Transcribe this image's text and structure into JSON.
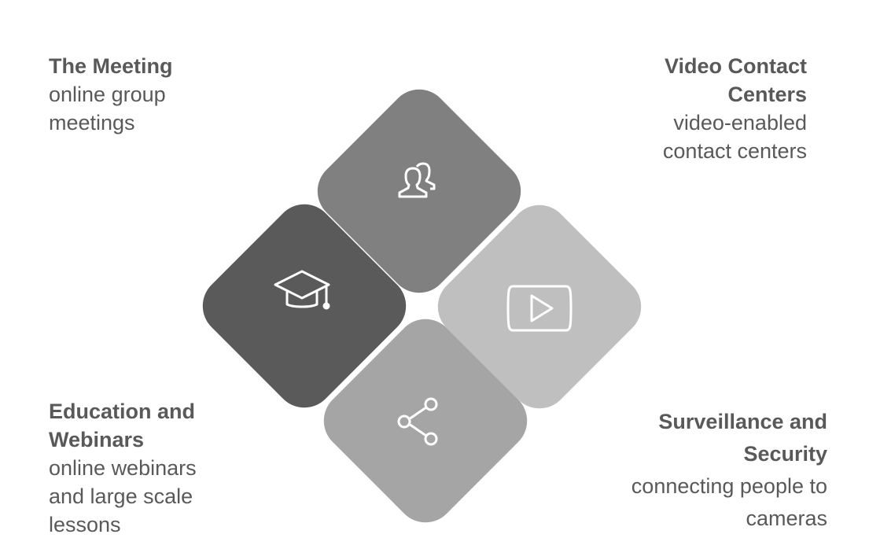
{
  "items": [
    {
      "title": "The Meeting",
      "description": "online group meetings",
      "icon": "users-icon",
      "color": "#808080"
    },
    {
      "title": "Video Contact Centers",
      "description": "video-enabled contact centers",
      "icon": "video-play-icon",
      "color": "#bfbfbf"
    },
    {
      "title": "Education and Webinars",
      "description": "online webinars and large scale lessons",
      "icon": "graduation-cap-icon",
      "color": "#5a5a5a"
    },
    {
      "title": "Surveillance and Security",
      "description": "connecting people to cameras",
      "icon": "share-icon",
      "color": "#a5a5a5"
    }
  ]
}
